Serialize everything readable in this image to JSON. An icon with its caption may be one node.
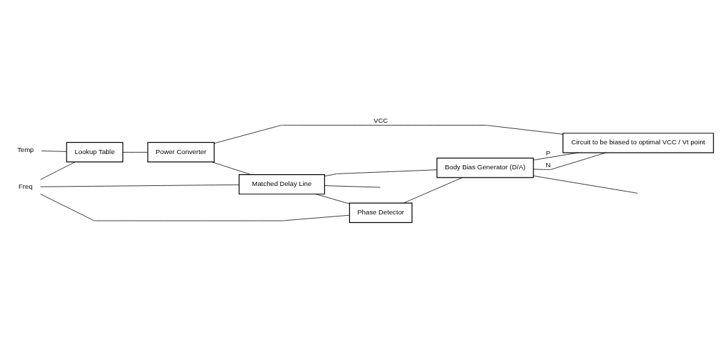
{
  "diagram": {
    "nodes": [
      {
        "text": [
          "Freq"
        ]
      },
      {
        "text": [
          "Temp"
        ]
      },
      {
        "text": [
          "Lookup Table"
        ]
      },
      {
        "text": [
          "Power Converter"
        ]
      },
      {
        "text": [
          "Circuit to be biased to optimal VCC / Vt point"
        ]
      },
      {
        "text": [
          "Matched Delay Line"
        ]
      },
      {
        "text": [
          "Phase Detector"
        ]
      },
      {
        "text": [
          "Body Bias Generator (D/A)"
        ]
      }
    ],
    "edges": [
      {
        "from": 0,
        "to": 2,
        "arrow": "none"
      },
      {
        "from": 1,
        "to": 2,
        "arrow": "none"
      },
      {
        "from": 0,
        "to": 6,
        "arrow": "none"
      },
      {
        "from": 0,
        "to": 5,
        "arrow": "none"
      },
      {
        "from": 2,
        "to": 3,
        "arrow": "none"
      },
      {
        "from": 3,
        "to": 4,
        "arrow": "none",
        "label": "VCC"
      },
      {
        "from": 3,
        "to": 5,
        "arrow": "none"
      },
      {
        "from": 5,
        "to": 6,
        "arrow": "none"
      },
      {
        "from": 6,
        "to": 7,
        "arrow": "none"
      },
      {
        "from": 7,
        "to": 4,
        "arrow": "none",
        "label": "N"
      },
      {
        "from": 7,
        "to": 5,
        "arrow": "none"
      },
      {
        "from": 7,
        "to": 4,
        "arrow": "none",
        "label": "P"
      },
      {
        "from": 7,
        "to": null,
        "arrow": "none"
      },
      {
        "from": 5,
        "to": null,
        "arrow": "none"
      }
    ]
  }
}
